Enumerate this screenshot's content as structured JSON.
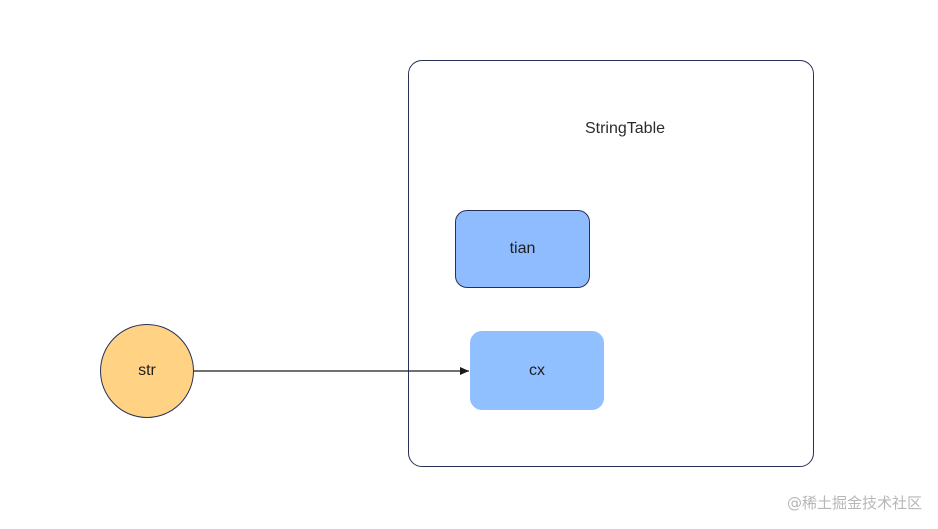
{
  "diagram": {
    "container": {
      "title": "StringTable",
      "border_color": "#2a2f5a"
    },
    "nodes": [
      {
        "id": "tian",
        "label": "tian",
        "fill": "#8fbcff",
        "border": "#2a2f5a"
      },
      {
        "id": "cx",
        "label": "cx",
        "fill": "#90c0ff"
      },
      {
        "id": "str",
        "label": "str",
        "fill": "#ffd383",
        "border": "#2a2f5a"
      }
    ],
    "edges": [
      {
        "from": "str",
        "to": "cx",
        "arrow": "end",
        "color": "#1a1a1a"
      }
    ]
  },
  "watermark": {
    "text": "@稀土掘金技术社区"
  }
}
